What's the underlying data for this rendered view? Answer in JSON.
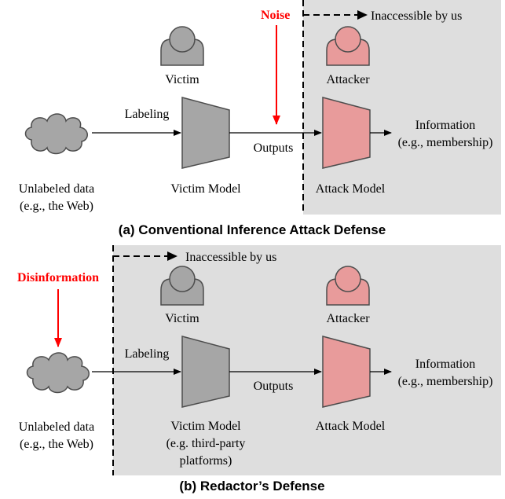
{
  "colors": {
    "shaded_region": "#dedede",
    "victim_gray": "#a6a6a6",
    "attacker_pink": "#e89b9b",
    "alert_red": "#ff0000",
    "stroke": "#4d4d4d"
  },
  "panel_a": {
    "noise_label": "Noise",
    "inaccessible_label": "Inaccessible by us",
    "victim_label": "Victim",
    "attacker_label": "Attacker",
    "labeling_label": "Labeling",
    "outputs_label": "Outputs",
    "information_label": "Information",
    "information_example": "(e.g., membership)",
    "data_label": "Unlabeled data",
    "data_example": "(e.g., the Web)",
    "victim_model_label": "Victim Model",
    "attack_model_label": "Attack Model",
    "caption": "(a) Conventional Inference Attack Defense"
  },
  "panel_b": {
    "disinformation_label": "Disinformation",
    "inaccessible_label": "Inaccessible by us",
    "victim_label": "Victim",
    "attacker_label": "Attacker",
    "labeling_label": "Labeling",
    "outputs_label": "Outputs",
    "information_label": "Information",
    "information_example": "(e.g., membership)",
    "data_label": "Unlabeled data",
    "data_example": "(e.g., the Web)",
    "victim_model_label": "Victim Model",
    "victim_model_example_1": "(e.g. third-party",
    "victim_model_example_2": "platforms)",
    "attack_model_label": "Attack Model",
    "caption": "(b) Redactor’s Defense"
  }
}
